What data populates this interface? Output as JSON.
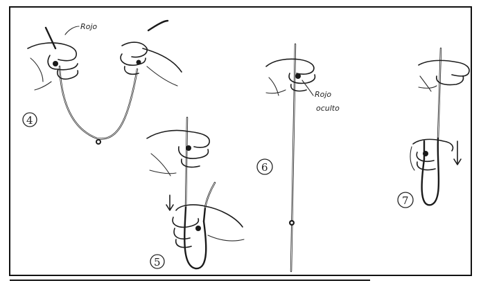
{
  "labels": {
    "step4_note": "Rojo",
    "step6_note_line1": "Rojo",
    "step6_note_line2": "oculto"
  },
  "steps": {
    "step4": "4",
    "step5": "5",
    "step6": "6",
    "step7": "7"
  }
}
